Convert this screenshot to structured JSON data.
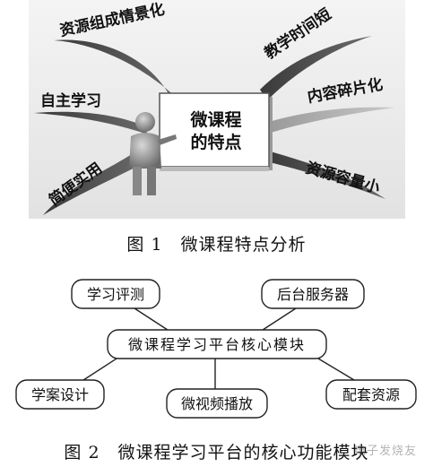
{
  "figure1": {
    "center": {
      "line1": "微课程",
      "line2": "的特点"
    },
    "branches": {
      "top_left": "资源组成情景化",
      "mid_left": "自主学习",
      "bottom_left": "简便实用",
      "top_right": "教学时间短",
      "mid_right": "内容碎片化",
      "bottom_right": "资源容量小"
    },
    "caption": "图 1　微课程特点分析"
  },
  "figure2": {
    "center": "微课程学习平台核心模块",
    "modules": {
      "top_left": "学习评测",
      "top_right": "后台服务器",
      "bottom_left": "学案设计",
      "bottom_middle": "微视频播放",
      "bottom_right": "配套资源"
    },
    "caption": "图 2　微课程学习平台的核心功能模块"
  },
  "watermark": "电子发烧友"
}
